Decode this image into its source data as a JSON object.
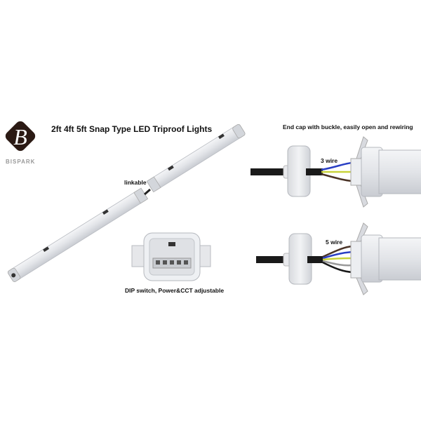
{
  "brand": {
    "name": "BISPARK",
    "logo_letter": "B"
  },
  "title": "2ft 4ft 5ft Snap Type LED Triproof Lights",
  "labels": {
    "linkable": "linkable",
    "dip_switch": "DIP switch, Power&CCT adjustable",
    "end_cap": "End cap with buckle, easily open and rewiring",
    "three_wire": "3 wire",
    "five_wire": "5 wire"
  },
  "colors": {
    "wire_blue": "#2a3fc4",
    "wire_yellow_green": "#c8d23a",
    "wire_brown": "#4a3326",
    "wire_black": "#1a1a1a",
    "wire_grey": "#9a9a9a",
    "housing": "#e4e6ea",
    "logo": "#2b1a14"
  }
}
